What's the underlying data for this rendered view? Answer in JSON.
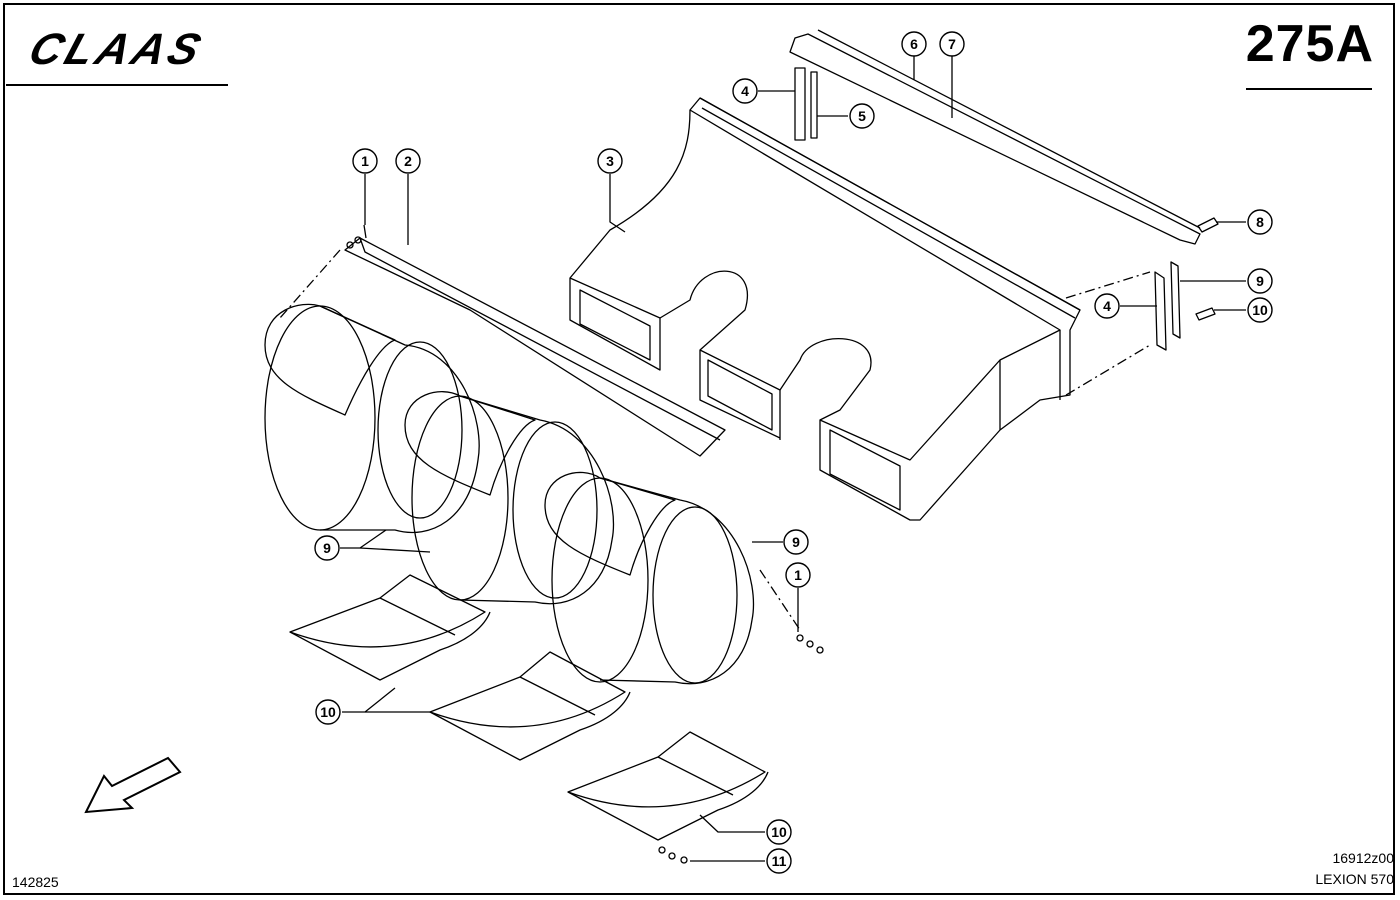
{
  "header": {
    "brand": "CLAAS",
    "page_number": "275A"
  },
  "footer": {
    "left_code": "142825",
    "drawing_number": "16912z00",
    "model": "LEXION 570"
  },
  "diagram": {
    "callouts": [
      "1",
      "2",
      "3",
      "4",
      "5",
      "6",
      "7",
      "8",
      "9",
      "10",
      "11"
    ]
  },
  "icons": {
    "direction_arrow": "arrow-down-left-icon",
    "logo": "claas-logo"
  }
}
